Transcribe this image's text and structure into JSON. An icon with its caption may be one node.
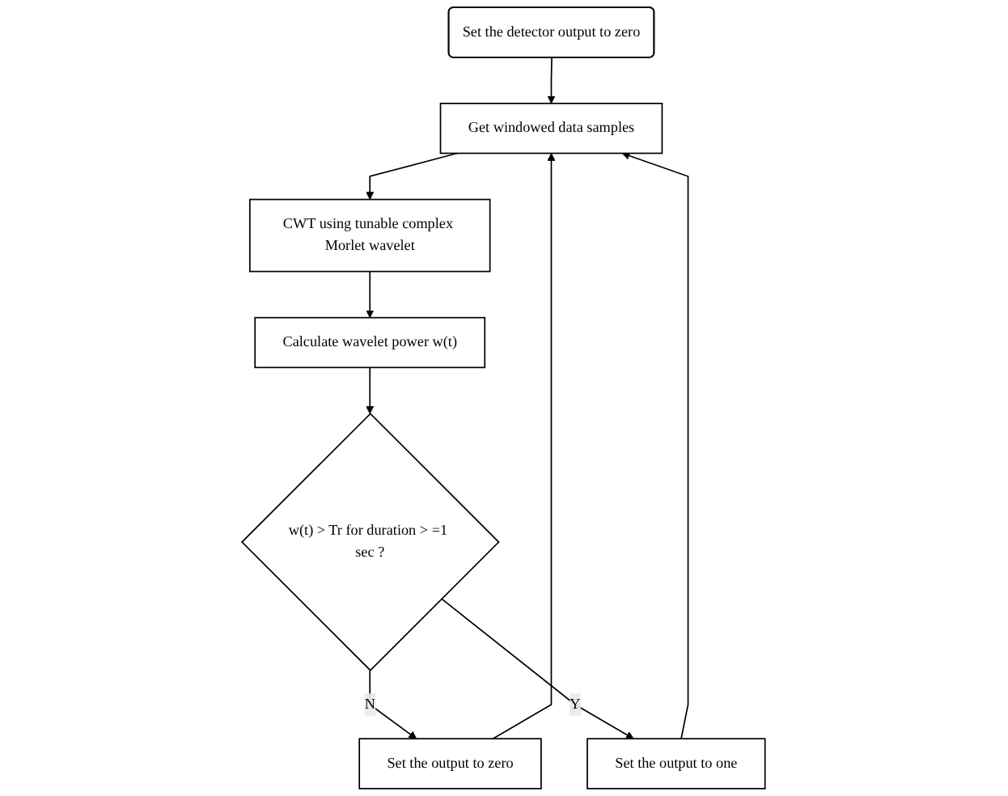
{
  "diagram": {
    "nodes": [
      {
        "text": [
          "Set the detector output to zero"
        ]
      },
      {
        "text": [
          "Get windowed data samples"
        ]
      },
      {
        "text": [
          "CWT using tunable complex Morlet wavelet"
        ]
      },
      {
        "text": [
          "Calculate wavelet power  w(t)"
        ]
      },
      {
        "text": [
          "w(t) > Tr for duration > =1 sec ?"
        ]
      },
      {
        "text": [
          "Set the output to zero"
        ]
      },
      {
        "text": [
          "Set the output to one"
        ]
      }
    ],
    "edges": [
      {
        "from": 0,
        "to": 1,
        "arrow": "to"
      },
      {
        "from": 1,
        "to": 2,
        "arrow": "to"
      },
      {
        "from": 2,
        "to": 3,
        "arrow": "to"
      },
      {
        "from": 3,
        "to": 4,
        "arrow": "to"
      },
      {
        "from": 4,
        "to": 5,
        "label": "N",
        "arrow": "to"
      },
      {
        "from": 4,
        "to": 6,
        "label": "Y",
        "arrow": "to"
      },
      {
        "from": 5,
        "to": 1,
        "arrow": "to"
      },
      {
        "from": 6,
        "to": 1,
        "arrow": "to"
      }
    ]
  }
}
